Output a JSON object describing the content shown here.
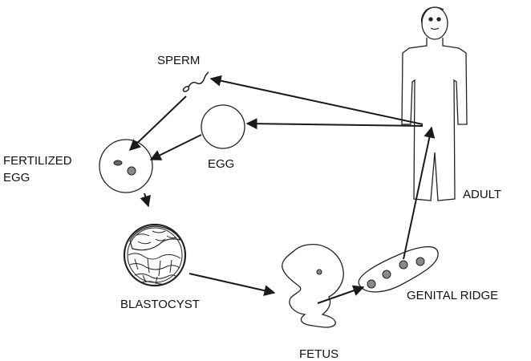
{
  "labels": {
    "sperm": "SPERM",
    "fertilized_line1": "FERTILIZED",
    "fertilized_line2": "EGG",
    "egg": "EGG",
    "adult": "ADULT",
    "blastocyst": "BLASTOCYST",
    "fetus": "FETUS",
    "genital_ridge": "GENITAL RIDGE"
  },
  "colors": {
    "line": "#1a1a1a",
    "cell_fill": "#8a8a8a",
    "background": "#ffffff"
  }
}
